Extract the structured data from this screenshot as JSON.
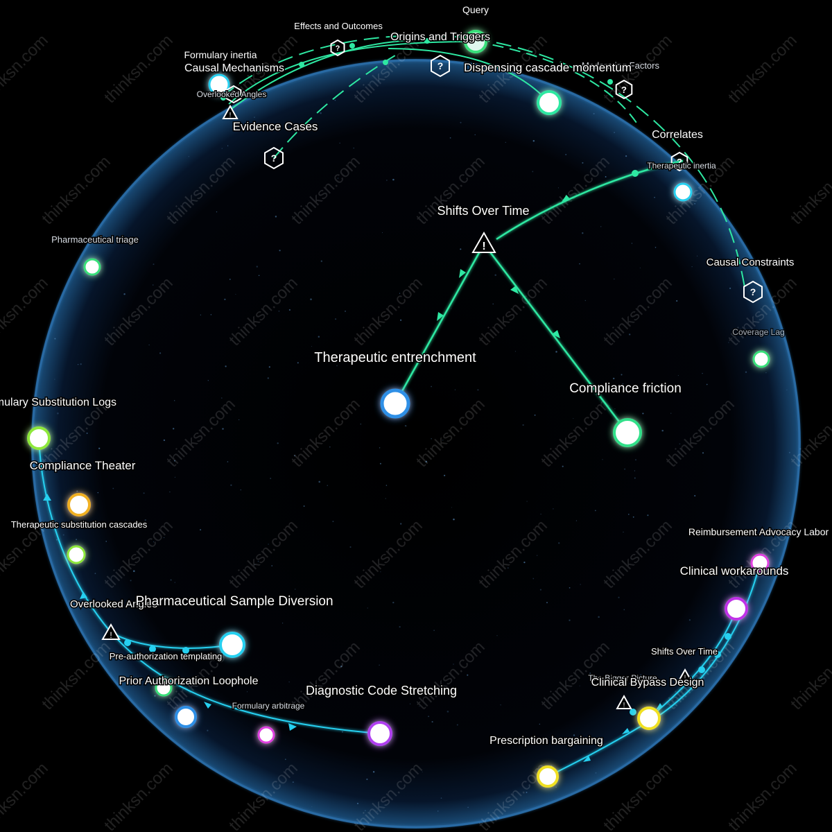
{
  "graph": {
    "center_title": "Therapeutic entrenchment",
    "hub_label": "Shifts Over Time",
    "branch_label": "Compliance friction",
    "top_labels": {
      "query": "Query",
      "effects": "Effects and Outcomes",
      "origins": "Origins and Triggers",
      "formulary_inertia": "Formulary inertia",
      "causal_mechanisms": "Causal Mechanisms",
      "overlooked_angles_top": "Overlooked Angles",
      "evidence_cases": "Evidence Cases",
      "dispensing_cascade": "Dispensing cascade momentum",
      "moderating_factors": "Moderating Factors",
      "correlates": "Correlates",
      "therapeutic_inertia": "Therapeutic inertia",
      "causal_constraints": "Causal Constraints",
      "coverage_lag": "Coverage Lag",
      "pharmaceutical_triage": "Pharmaceutical triage"
    },
    "left_labels": {
      "formulary_logs": "Formulary Substitution Logs",
      "compliance_theater": "Compliance Theater",
      "substitution_cascades": "Therapeutic substitution cascades",
      "overlooked_angles_left": "Overlooked Angles",
      "sample_diversion": "Pharmaceutical Sample Diversion",
      "preauth_templating": "Pre-authorization templating",
      "prior_auth_loophole": "Prior Authorization Loophole",
      "formulary_arbitrage": "Formulary arbitrage",
      "diagnostic_code": "Diagnostic Code Stretching"
    },
    "right_labels": {
      "reimbursement_labor": "Reimbursement Advocacy Labor",
      "clinical_workarounds": "Clinical workarounds",
      "shifts_over_time_small": "Shifts Over Time",
      "bigger_picture": "The Bigger Picture",
      "clinical_bypass": "Clinical Bypass Design",
      "prescription_bargaining": "Prescription bargaining"
    },
    "watermark": "thinksn.com",
    "icons": {
      "question": "?",
      "warning": "!"
    },
    "colors": {
      "edge_green": "#2ee8a2",
      "edge_cyan": "#26d0f0",
      "sphere_glow": "#3f9fe0"
    }
  }
}
